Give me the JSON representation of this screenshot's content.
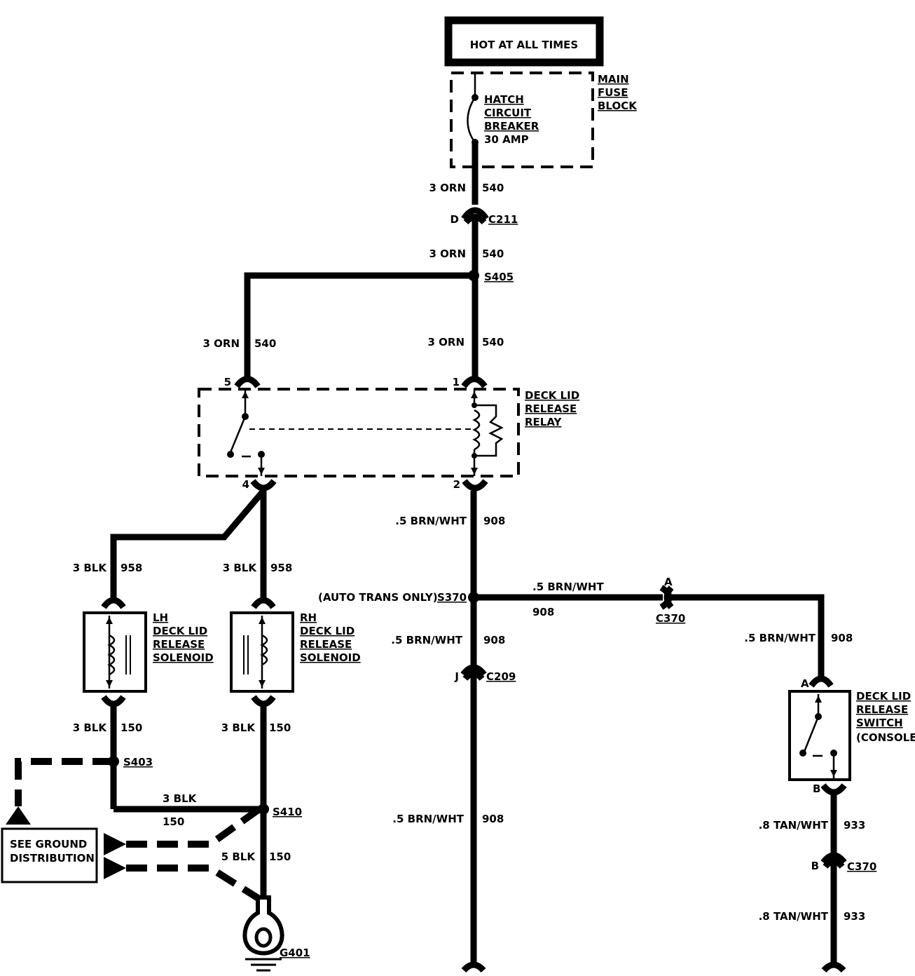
{
  "power": {
    "label": "HOT AT ALL TIMES"
  },
  "fuse_block": {
    "label_lines": [
      "MAIN",
      "FUSE",
      "BLOCK"
    ]
  },
  "breaker": {
    "label_lines": [
      "HATCH",
      "CIRCUIT",
      "BREAKER",
      "30 AMP"
    ]
  },
  "wires": {
    "w540_top": {
      "gauge": "3 ORN",
      "circuit": "540"
    },
    "w540_mid": {
      "gauge": "3 ORN",
      "circuit": "540"
    },
    "w540_right": {
      "gauge": "3 ORN",
      "circuit": "540"
    },
    "w540_left": {
      "gauge": "3 ORN",
      "circuit": "540"
    },
    "w908_a": {
      "gauge": ".5 BRN/WHT",
      "circuit": "908"
    },
    "w908_h": {
      "gauge": ".5 BRN/WHT",
      "circuit": "908"
    },
    "w908_b": {
      "gauge": ".5 BRN/WHT",
      "circuit": "908"
    },
    "w908_r": {
      "gauge": ".5 BRN/WHT",
      "circuit": "908"
    },
    "w908_c": {
      "gauge": ".5 BRN/WHT",
      "circuit": "908"
    },
    "w958_l": {
      "gauge": "3 BLK",
      "circuit": "958"
    },
    "w958_r": {
      "gauge": "3 BLK",
      "circuit": "958"
    },
    "w150_l": {
      "gauge": "3 BLK",
      "circuit": "150"
    },
    "w150_r": {
      "gauge": "3 BLK",
      "circuit": "150"
    },
    "w150_h": {
      "gauge": "3 BLK",
      "circuit": "150"
    },
    "w150_g": {
      "gauge": "5 BLK",
      "circuit": "150"
    },
    "w933_a": {
      "gauge": ".8 TAN/WHT",
      "circuit": "933"
    },
    "w933_b": {
      "gauge": ".8 TAN/WHT",
      "circuit": "933"
    }
  },
  "connectors": {
    "c211": {
      "name": "C211",
      "pin": "D"
    },
    "c370a": {
      "name": "C370",
      "pin": "A"
    },
    "c209": {
      "name": "C209",
      "pin": "J"
    },
    "c370b": {
      "name": "C370",
      "pin": "B"
    }
  },
  "splices": {
    "s405": "S405",
    "s370": "S370",
    "s370_note": "(AUTO TRANS ONLY)",
    "s403": "S403",
    "s410": "S410"
  },
  "relay": {
    "label_lines": [
      "DECK LID",
      "RELEASE",
      "RELAY"
    ],
    "pins": {
      "p5": "5",
      "p1": "1",
      "p4": "4",
      "p2": "2"
    }
  },
  "lh_solenoid": {
    "label_lines": [
      "LH",
      "DECK LID",
      "RELEASE",
      "SOLENOID"
    ]
  },
  "rh_solenoid": {
    "label_lines": [
      "RH",
      "DECK LID",
      "RELEASE",
      "SOLENOID"
    ]
  },
  "switch": {
    "label_lines": [
      "DECK LID",
      "RELEASE",
      "SWITCH",
      "(CONSOLE)"
    ],
    "pins": {
      "a": "A",
      "b": "B"
    }
  },
  "ground": {
    "name": "G401",
    "distribution_lines": [
      "SEE GROUND",
      "DISTRIBUTION"
    ]
  }
}
